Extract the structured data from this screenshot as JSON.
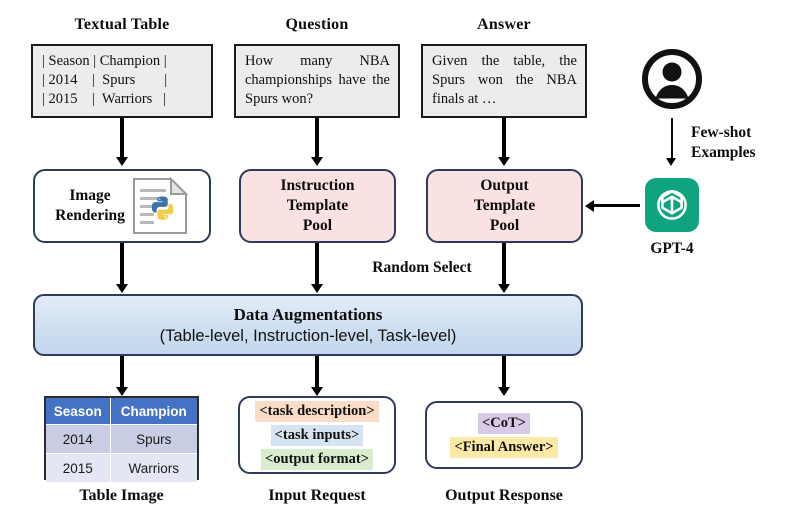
{
  "headings": {
    "textual_table": "Textual Table",
    "question": "Question",
    "answer": "Answer"
  },
  "source_boxes": {
    "textual_table": {
      "rows": [
        "| Season | Champion |",
        "| 2014    |  Spurs        |",
        "| 2015    |  Warriors   |"
      ]
    },
    "question_text": "How many NBA championships have the Spurs won?",
    "answer_text": "Given the table, the Spurs won the NBA finals at …"
  },
  "process": {
    "image_rendering": "Image\nRendering",
    "image_rendering_line1": "Image",
    "image_rendering_line2": "Rendering",
    "instruction_pool_line1": "Instruction",
    "instruction_pool_line2": "Template",
    "instruction_pool_line3": "Pool",
    "output_pool_line1": "Output",
    "output_pool_line2": "Template",
    "output_pool_line3": "Pool",
    "random_select": "Random Select"
  },
  "gpt": {
    "few_shot_line1": "Few-shot",
    "few_shot_line2": "Examples",
    "label": "GPT-4",
    "brand_color": "#10a37f",
    "avatar_icon": "user-avatar-icon",
    "logo_icon": "openai-logo-icon"
  },
  "augmentation": {
    "line1": "Data Augmentations",
    "line2": "(Table-level, Instruction-level, Task-level)",
    "fill_color": "#cfdff1",
    "border_color": "#2e3b5c"
  },
  "table_image": {
    "columns": [
      "Season",
      "Champion"
    ],
    "rows": [
      [
        "2014",
        "Spurs"
      ],
      [
        "2015",
        "Warriors"
      ]
    ],
    "header_color": "#4472c4",
    "caption": "Table Image"
  },
  "input_request": {
    "chips": [
      {
        "text": "<task description>",
        "color": "#fadcc8"
      },
      {
        "text": "<task inputs>",
        "color": "#d6e4f2"
      },
      {
        "text": "<output format>",
        "color": "#d9ecd0"
      }
    ],
    "caption": "Input Request"
  },
  "output_response": {
    "chips": [
      {
        "text": "<CoT>",
        "color": "#d9cbe8"
      },
      {
        "text": "<Final Answer>",
        "color": "#fce9a8"
      }
    ],
    "caption": "Output Response"
  },
  "icons": {
    "python_document": "python-document-icon"
  }
}
